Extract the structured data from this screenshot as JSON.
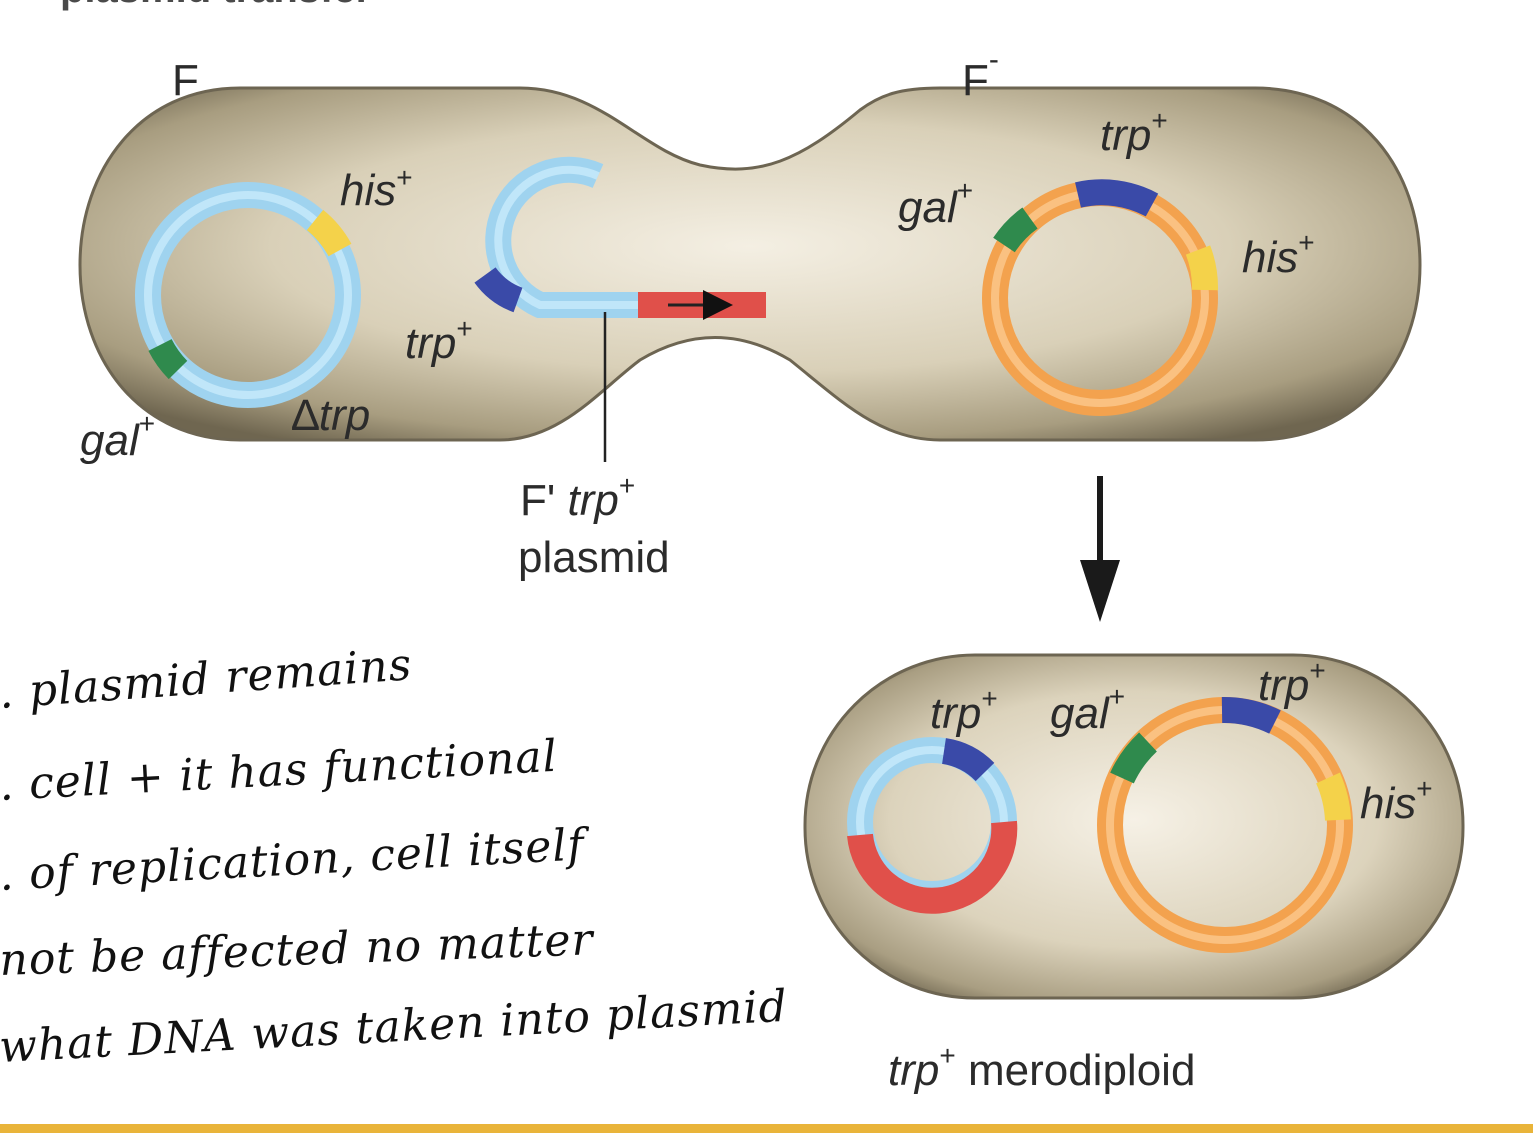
{
  "colors": {
    "cell_fill": "#c9bfa3",
    "cell_edge": "#6d6552",
    "f_plasmid": "#9fd3ef",
    "chromosome": "#f3a24e",
    "his": "#f4d24a",
    "gal": "#2f8a4d",
    "trp": "#3a4aa8",
    "transfer_segment": "#e0504a",
    "accent_bar": "#e9b43a"
  },
  "top_partial_text": "plasmid transfer",
  "donor": {
    "cell_label": "F",
    "plasmid_label_his": "his",
    "plasmid_label_his_sup": "+",
    "chromosome_label_gal": "gal",
    "chromosome_label_gal_sup": "+",
    "deletion_label_delta": "∆",
    "deletion_label_trp": "trp",
    "transfer_label_trp": "trp",
    "transfer_label_trp_sup": "+"
  },
  "plasmid_callout": {
    "prefix": "F'",
    "gene": "trp",
    "gene_sup": "+",
    "word": "plasmid"
  },
  "recipient": {
    "cell_label": "F",
    "cell_label_sup": "-",
    "trp": "trp",
    "trp_sup": "+",
    "gal": "gal",
    "gal_sup": "+",
    "his": "his",
    "his_sup": "+"
  },
  "merodiploid": {
    "plasmid_trp": "trp",
    "plasmid_trp_sup": "+",
    "gal": "gal",
    "gal_sup": "+",
    "trp": "trp",
    "trp_sup": "+",
    "his": "his",
    "his_sup": "+",
    "caption_gene": "trp",
    "caption_sup": "+",
    "caption_word": "merodiploid"
  },
  "handwritten_notes": [
    ". plasmid remains",
    ". cell + it has functional",
    ". of replication, cell itself",
    "not be affected no matter",
    "what DNA was taken into plasmid"
  ]
}
